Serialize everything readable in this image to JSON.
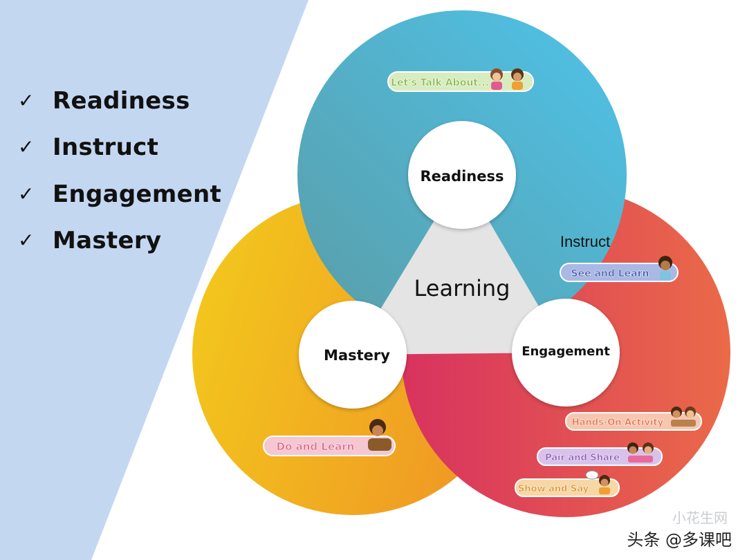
{
  "checklist": {
    "mark": "✓",
    "items": [
      "Readiness",
      "Instruct",
      "Engagement",
      "Mastery"
    ]
  },
  "diagram": {
    "center_label": "Learning",
    "readiness": {
      "label": "Readiness",
      "color_top": "#4fc0e8",
      "color_bottom": "#5a9fa6"
    },
    "engagement": {
      "label": "Engagement",
      "heading": "Instruct",
      "color_left": "#d9355f",
      "color_right": "#e8654a"
    },
    "mastery": {
      "label": "Mastery",
      "color_left": "#f1c40f",
      "color_right": "#f0a020"
    },
    "banners": {
      "lets_talk": "Let's Talk About...",
      "see_learn": "See and Learn",
      "do_learn": "Do and Learn",
      "hands_on": "Hands-On Activity",
      "pair_share": "Pair and Share",
      "show_say": "Show and Say"
    }
  },
  "colors": {
    "left_panel": "#c4d7f1",
    "center_triangle": "#e3e3e3"
  },
  "watermark": {
    "text": "头条 @多课吧",
    "logo_text": "小花生网"
  }
}
